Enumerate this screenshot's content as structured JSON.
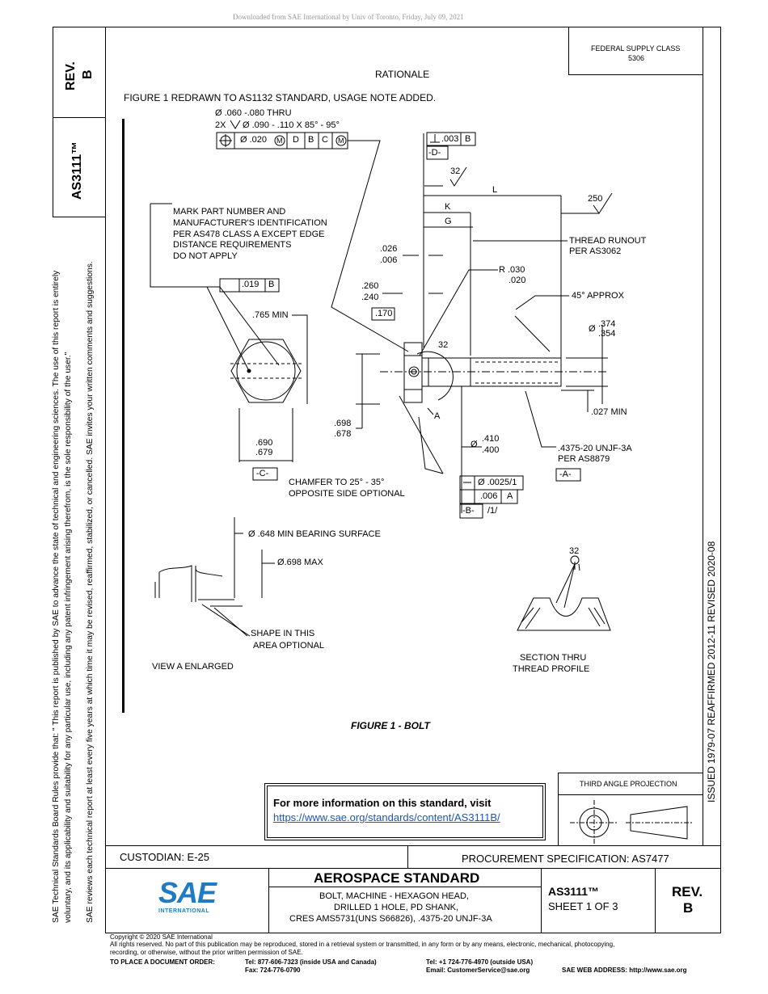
{
  "header": {
    "download_note": "Downloaded from SAE International by Univ of Toronto, Friday, July 09, 2021"
  },
  "left_panel": {
    "rev_label": "REV.",
    "rev_value": "B",
    "doc_number": "AS3111™",
    "disclaimer_1": "SAE Technical Standards Board Rules provide that: \" This report is published by SAE to advance the state of technical and engineering sciences. The use of this report is entirely",
    "disclaimer_2": "voluntary, and its applicability and suitability for any particular use, including any patent infringement arising therefrom, is the sole responsibility of the user.\"",
    "disclaimer_3": "SAE reviews each technical report at least every five years at which time it may be revised, reaffirmed, stabilized, or cancelled. SAE invites your written comments and suggestions."
  },
  "right_panel": {
    "supply_class_label": "FEDERAL SUPPLY CLASS",
    "supply_class_value": "5306",
    "history": "ISSUED 1979-07     REAFFIRMED 2012-11     REVISED 2020-08"
  },
  "rationale": {
    "title": "RATIONALE",
    "text": "FIGURE 1 REDRAWN TO AS1132 STANDARD, USAGE NOTE ADDED."
  },
  "drawing": {
    "hole_1": "Ø .060 -.080 THRU",
    "hole_2": "2X",
    "hole_3": "Ø .090 - .110 X 85° - 95°",
    "fcf_position": "Ø .020",
    "fcf_m": "M",
    "fcf_d": "D",
    "fcf_b": "B",
    "fcf_c": "C",
    "perp_tol": ".003",
    "perp_datum": "B",
    "datum_d": "-D-",
    "datum_c": "-C-",
    "datum_a": "-A-",
    "datum_b": "-B-",
    "mark_1": "MARK PART NUMBER AND",
    "mark_2": "MANUFACTURER'S IDENTIFICATION",
    "mark_3": "PER AS478 CLASS A EXCEPT EDGE",
    "mark_4": "DISTANCE REQUIREMENTS",
    "mark_5": "DO NOT APPLY",
    "runout_hex_tol": ".019",
    "runout_hex_datum": "B",
    "min_765": ".765 MIN",
    "dim_690": ".690",
    "dim_679": ".679",
    "dim_698": ".698",
    "dim_678": ".678",
    "dim_026": ".026",
    "dim_006": ".006",
    "dim_260": ".260",
    "dim_240": ".240",
    "dim_170": ".170",
    "surface_32a": "32",
    "surface_32b": "32",
    "surface_32c": "32",
    "surface_250": "250",
    "dim_l": "L",
    "dim_k": "K",
    "dim_g": "G",
    "thread_runout_1": "THREAD RUNOUT",
    "thread_runout_2": "PER AS3062",
    "radius_1": "R .030",
    "radius_2": ".020",
    "approx_45": "45° APPROX",
    "dia_374_prefix": "Ø",
    "dia_374": ".374",
    "dia_354": ".354",
    "min_027": ".027 MIN",
    "view_a": "A",
    "dia_410_prefix": "Ø",
    "dia_410": ".410",
    "dia_400": ".400",
    "thread_1": ".4375-20 UNJF-3A",
    "thread_2": "PER AS8879",
    "chamfer_1": "CHAMFER TO 25° - 35°",
    "chamfer_2": "OPPOSITE SIDE OPTIONAL",
    "straight_tol": "Ø .0025/1",
    "runout_shank_tol": ".006",
    "runout_shank_datum": "A",
    "per_inch": "/1/",
    "bearing_surface": "Ø .648 MIN BEARING SURFACE",
    "max_698": "Ø.698 MAX",
    "shape_1": "SHAPE IN THIS",
    "shape_2": "AREA OPTIONAL",
    "view_enlarged": "VIEW A ENLARGED",
    "section_1": "SECTION THRU",
    "section_2": "THREAD PROFILE",
    "figure_caption": "FIGURE 1 - BOLT"
  },
  "info_box": {
    "text": "For more information on this standard, visit",
    "link": "https://www.sae.org/standards/content/AS3111B/"
  },
  "projection": {
    "label": "THIRD ANGLE PROJECTION"
  },
  "title_block": {
    "custodian": "CUSTODIAN: E-25",
    "procurement": "PROCUREMENT SPECIFICATION: AS7477",
    "logo_text": "SAE",
    "logo_sub": "INTERNATIONAL",
    "standard_type": "AEROSPACE STANDARD",
    "title_1": "BOLT, MACHINE - HEXAGON HEAD,",
    "title_2": "DRILLED 1 HOLE, PD SHANK,",
    "title_3": "CRES AMS5731(UNS S66826), .4375-20 UNJF-3A",
    "doc_number": "AS3111™",
    "sheet": "SHEET 1 OF 3",
    "rev_label": "REV.",
    "rev_value": "B"
  },
  "footer": {
    "copyright": "Copyright © 2020 SAE International",
    "rights": "All rights reserved. No part of this publication may be reproduced, stored in a retrieval system or transmitted, in any form or by any means, electronic, mechanical, photocopying,",
    "rights_2": "recording, or otherwise, without the prior written permission of SAE.",
    "order_label": "TO PLACE A DOCUMENT ORDER:",
    "tel_us": "Tel: 877-606-7323 (inside USA and Canada)",
    "fax": "Fax: 724-776-0790",
    "tel_intl": "Tel: +1 724-776-4970 (outside USA)",
    "email": "Email: CustomerService@sae.org",
    "web": "SAE WEB ADDRESS: http://www.sae.org"
  }
}
